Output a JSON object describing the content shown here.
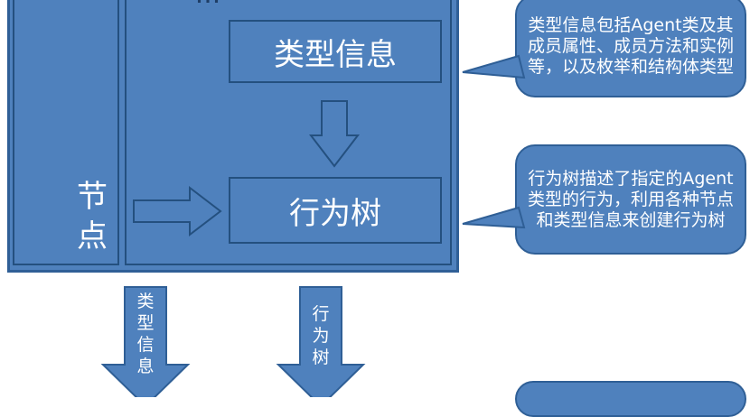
{
  "diagram": {
    "colors": {
      "fill": "#4f81bd",
      "stroke": "#2f5f96",
      "text": "#ffffff"
    },
    "left_column_label": "节点",
    "top_partial_label": "...",
    "type_info_box": "类型信息",
    "behavior_tree_box": "行为树",
    "callouts": {
      "type_info": "类型信息包括Agent类及其成员属性、成员方法和实例等，以及枚举和结构体类型",
      "behavior_tree": "行为树描述了指定的Agent类型的行为，利用各种节点和类型信息来创建行为树"
    },
    "bottom_arrows": {
      "left": "类型信息",
      "right": "行为树"
    }
  }
}
